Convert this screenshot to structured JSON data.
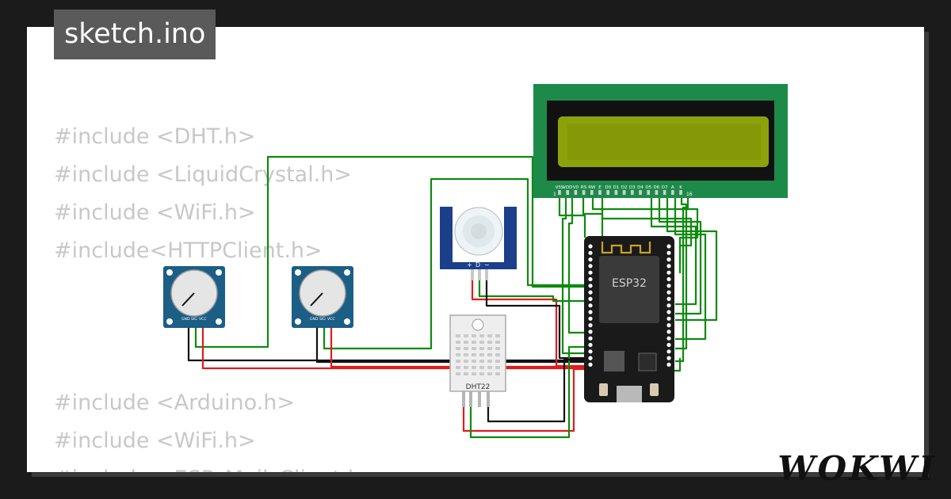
{
  "title": "sketch.ino",
  "code_top": [
    "#include <DHT.h>",
    "#include <LiquidCrystal.h>",
    "#include <WiFi.h>",
    "#include<HTTPClient.h>"
  ],
  "code_bottom": [
    "#include <Arduino.h>",
    "#include <WiFi.h>",
    "#include <ESP_Mail_Client.h>"
  ],
  "components": {
    "lcd": {
      "pin_labels": [
        "VSS",
        "VDD",
        "V0",
        "RS",
        "RW",
        "E",
        "D0",
        "D1",
        "D2",
        "D3",
        "D4",
        "D5",
        "D6",
        "D7",
        "A",
        "K"
      ],
      "pin_first": "1",
      "pin_last": "16"
    },
    "esp32": {
      "label": "ESP32"
    },
    "pir": {
      "pin_labels": [
        "+",
        "D",
        "−"
      ]
    },
    "dht22": {
      "label": "DHT22"
    },
    "pot": {
      "pin_labels": [
        "GND",
        "SIG",
        "VCC"
      ]
    }
  },
  "colors": {
    "wire_green": "#0e8a0e",
    "wire_red": "#e21b1b",
    "wire_black": "#111111",
    "lcd_board": "#1e8a4a",
    "lcd_screen": "#8da10a",
    "pcb_blue": "#1b5e86",
    "esp32_board": "#1a1a1a"
  },
  "brand": "WOKWI"
}
